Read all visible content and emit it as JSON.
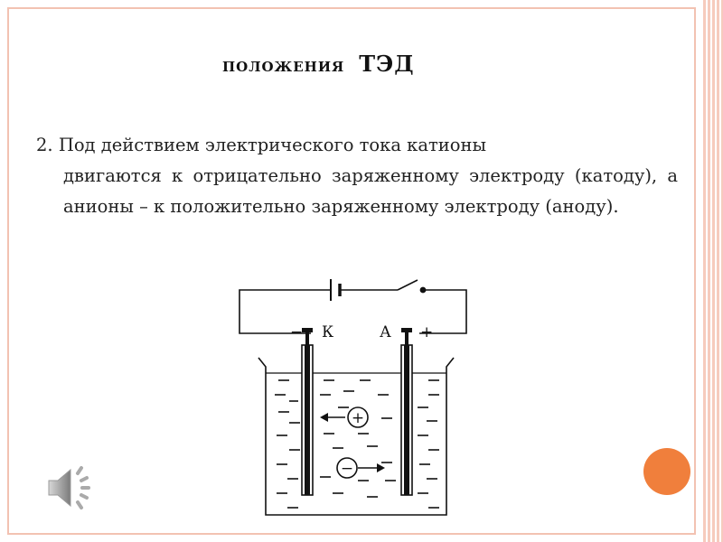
{
  "slide": {
    "title_small": "ПОЛОЖЕНИЯ",
    "title_big": "ТЭД",
    "item_number": "2.",
    "paragraph_first": "Под действием электрического тока катионы",
    "paragraph_rest": "двигаются к отрицательно заряженному электроду (катоду), а анионы – к положительно заряженному электроду (аноду)."
  },
  "diagram": {
    "minus_sign": "−",
    "cathode_label": "К",
    "anode_label": "А",
    "plus_sign": "+",
    "cation_symbol": "+",
    "anion_symbol": "−"
  },
  "colors": {
    "accent": "#f07f3c",
    "border": "#f2c2b2"
  },
  "icons": {
    "sound": "speaker-icon"
  }
}
